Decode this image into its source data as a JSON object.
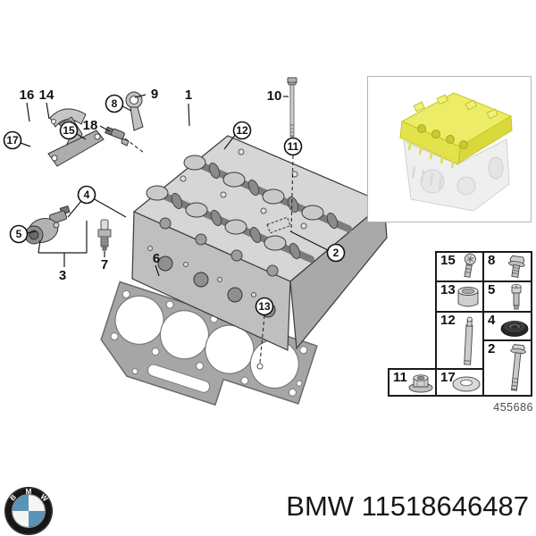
{
  "callouts": {
    "c1": "1",
    "c2": "2",
    "c3": "3",
    "c4": "4",
    "c5": "5",
    "c6": "6",
    "c7": "7",
    "c8": "8",
    "c9": "9",
    "c10": "10",
    "c11": "11",
    "c12": "12",
    "c13": "13",
    "c14": "14",
    "c15": "15",
    "c16": "16",
    "c17": "17",
    "c18": "18"
  },
  "legend": {
    "cells": [
      {
        "number": "15",
        "icon": "torx-screw-icon"
      },
      {
        "number": "8",
        "icon": "hex-flange-bolt-icon"
      },
      {
        "number": "13",
        "icon": "sleeve-bushing-icon"
      },
      {
        "number": "5",
        "icon": "cylinder-head-screw-icon"
      },
      {
        "number": "12",
        "icon": "dowel-pin-icon"
      },
      {
        "number": "4",
        "icon": "seal-ring-icon"
      },
      {
        "number": "2",
        "icon": "long-head-bolt-icon"
      },
      {
        "number": "17",
        "icon": "flange-nut-icon"
      },
      {
        "number": "11",
        "icon": "washer-icon"
      }
    ]
  },
  "figure": {
    "drawing_number": "455686"
  },
  "footer": {
    "label": "BMW 11518646487",
    "logo_letters": [
      "B",
      "M",
      "W"
    ]
  },
  "colors": {
    "highlight_yellow": "#ecec67",
    "bmw_blue": "#5b93b8",
    "ink": "#111111"
  }
}
